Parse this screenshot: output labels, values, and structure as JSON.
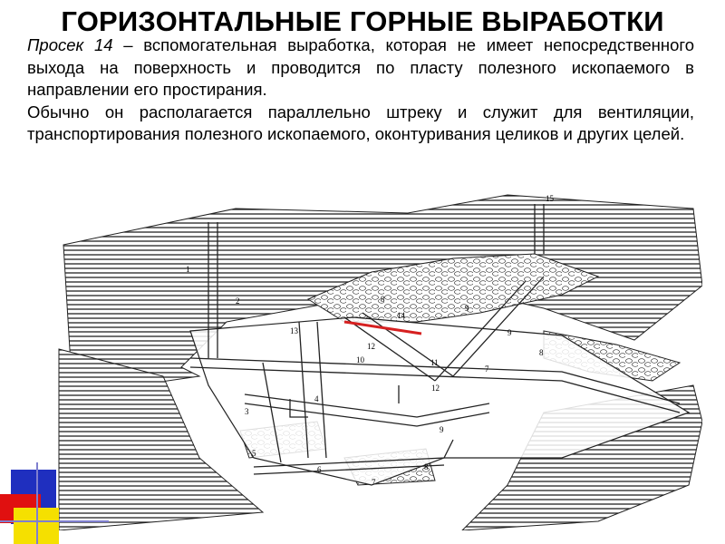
{
  "title": "ГОРИЗОНТАЛЬНЫЕ ГОРНЫЕ ВЫРАБОТКИ",
  "paragraph1": {
    "term": "Просек 14",
    "text": " – вспомогательная выработка, которая не имеет непосредственного выхода на поверхность и проводится по пласту полезного ископаемого в направлении его простирания."
  },
  "paragraph2": "Обычно он располагается параллельно штреку и служит для вентиляции, транспортирования полезного ископаемого, оконтуривания целиков и других целей.",
  "diagram": {
    "labels": [
      "1",
      "2",
      "3",
      "4",
      "5",
      "6",
      "7",
      "8",
      "9",
      "10",
      "11",
      "12",
      "13",
      "14",
      "15",
      "7",
      "8",
      "9",
      "12",
      "8",
      "9"
    ],
    "highlight_color": "#d62020"
  },
  "colors": {
    "deco_blue": "#1f2fbf",
    "deco_red": "#e01010",
    "deco_yellow": "#f5e000",
    "deco_line": "#7f7fcf"
  }
}
